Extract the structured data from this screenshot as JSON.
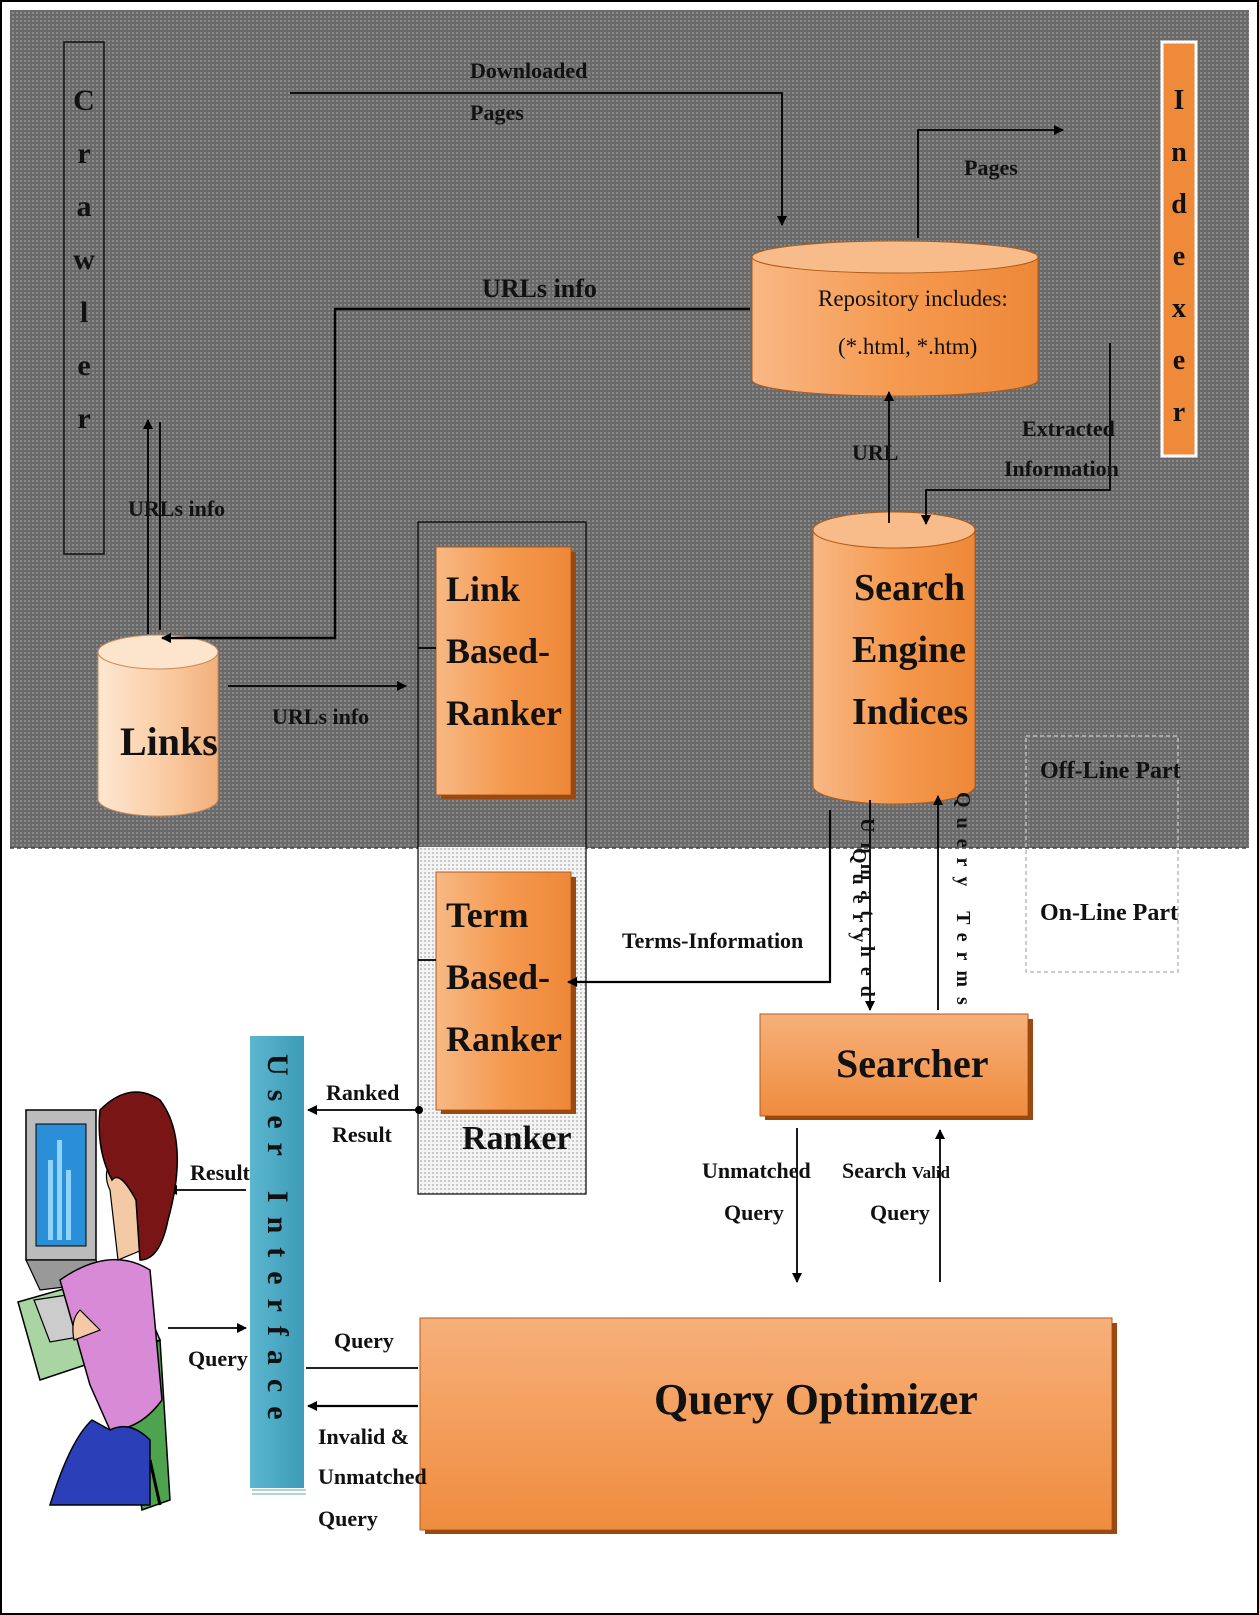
{
  "labels": {
    "crawler": "Crawler",
    "indexer": "Indexer",
    "downloaded_pages_1": "Downloaded",
    "downloaded_pages_2": "Pages",
    "pages": "Pages",
    "urls_info_bold": "URLs info",
    "repository_1": "Repository includes:",
    "repository_2": "(*.html, *.htm)",
    "url": "URL",
    "extracted_1": "Extracted",
    "extracted_2": "Information",
    "urls_info_left": "URLs info",
    "urls_info_links": "URLs info",
    "links": "Links",
    "link_ranker_1": "Link",
    "link_ranker_2": "Based-",
    "link_ranker_3": "Ranker",
    "search_indices_1": "Search",
    "search_indices_2": "Engine",
    "search_indices_3": "Indices",
    "offline_part": "Off-Line Part",
    "online_part": "On-Line Part",
    "term_ranker_1": "Term",
    "term_ranker_2": "Based-",
    "term_ranker_3": "Ranker",
    "terms_information": "Terms-Information",
    "unmatched_query_vertical_1": "Unmatched",
    "unmatched_query_vertical_2": "Query",
    "query_terms_vertical": "Query Terms",
    "searcher": "Searcher",
    "ranker": "Ranker",
    "ranked_1": "Ranked",
    "ranked_2": "Result",
    "user_interface": "User Interface",
    "result": "Result",
    "unmatched_1": "Unmatched",
    "unmatched_2": "Query",
    "search_valid_1a": "Search",
    "search_valid_1b": "Valid",
    "search_valid_2": "Query",
    "query_left": "Query",
    "query_ui": "Query",
    "query_optimizer": "Query Optimizer",
    "invalid_1": "Invalid &",
    "invalid_2": "Unmatched",
    "invalid_3": "Query"
  },
  "colors": {
    "offline_bg": "#6e6e6e",
    "orange": "#f59b52",
    "teal": "#4ba9c2"
  }
}
